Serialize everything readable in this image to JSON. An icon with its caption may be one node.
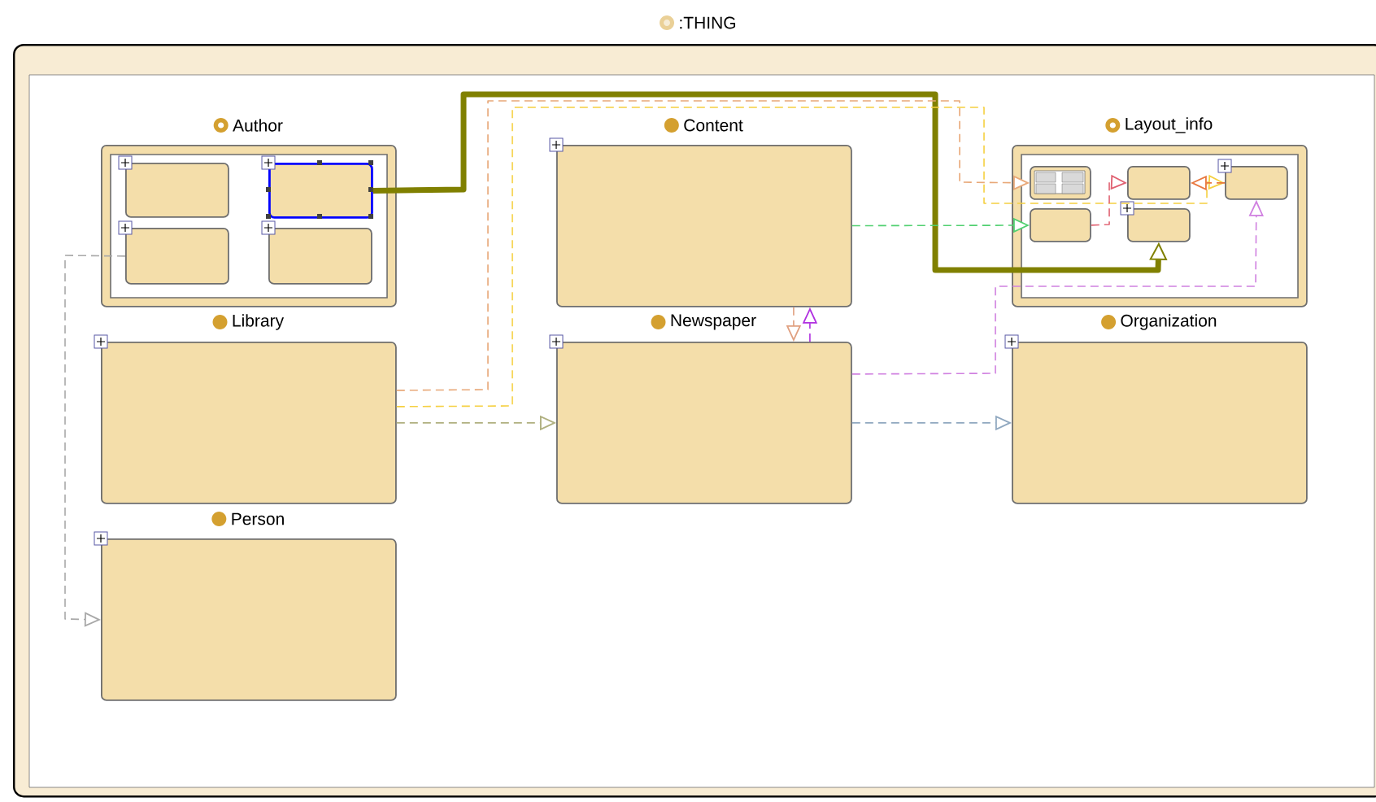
{
  "diagram": {
    "nodes": [
      {
        "text": [
          ":THING"
        ]
      },
      {
        "text": [
          "Author"
        ],
        "in": 0
      },
      {
        "text": [],
        "shape": "box",
        "in": 1
      },
      {
        "text": [],
        "shape": "box",
        "in": 1
      },
      {
        "text": [],
        "shape": "box",
        "in": 1
      },
      {
        "text": [],
        "shape": "box",
        "in": 1
      },
      {
        "text": [
          "Content"
        ],
        "in": 0
      },
      {
        "text": [
          "Layout_info"
        ],
        "in": 0
      },
      {
        "text": [],
        "shape": "box",
        "in": 7
      },
      {
        "text": [],
        "shape": "box",
        "in": 7
      },
      {
        "text": [],
        "shape": "box",
        "in": 7
      },
      {
        "text": [],
        "shape": "box",
        "in": 7
      },
      {
        "text": [],
        "shape": "box",
        "in": 7
      },
      {
        "text": [
          "Library"
        ],
        "in": 0
      },
      {
        "text": [
          "Newspaper"
        ],
        "in": 0
      },
      {
        "text": [
          "Organization"
        ],
        "in": 0
      },
      {
        "text": [
          "Person"
        ],
        "in": 0
      }
    ],
    "edges": [
      {
        "from": 3,
        "to": 12,
        "arrow": "to",
        "style": "thick",
        "color": "#808000"
      },
      {
        "from": 4,
        "to": 16,
        "arrow": "to",
        "style": "dashed",
        "color": "#a8a8a8"
      },
      {
        "from": 13,
        "to": 8,
        "arrow": "to",
        "style": "dashed",
        "color": "#e8a878"
      },
      {
        "from": 13,
        "to": 10,
        "arrow": "to",
        "style": "dashed",
        "color": "#f5d040"
      },
      {
        "from": 6,
        "to": 11,
        "arrow": "to",
        "style": "dashed",
        "color": "#50d070"
      },
      {
        "from": 10,
        "to": 9,
        "arrow": "to",
        "style": "dashed",
        "color": "#e87840"
      },
      {
        "from": 11,
        "to": 9,
        "arrow": "to",
        "style": "dashed",
        "color": "#e06070"
      },
      {
        "from": 14,
        "to": 10,
        "arrow": "to",
        "style": "dashed",
        "color": "#d080e0"
      },
      {
        "from": 6,
        "to": 14,
        "arrow": "to",
        "style": "dashed",
        "color": "#e0a080"
      },
      {
        "from": 14,
        "to": 6,
        "arrow": "to",
        "style": "dashed",
        "color": "#b030e0"
      },
      {
        "from": 13,
        "to": 14,
        "arrow": "to",
        "style": "dashed",
        "color": "#b0b080"
      },
      {
        "from": 14,
        "to": 15,
        "arrow": "to",
        "style": "dashed",
        "color": "#90a8c0"
      }
    ]
  }
}
